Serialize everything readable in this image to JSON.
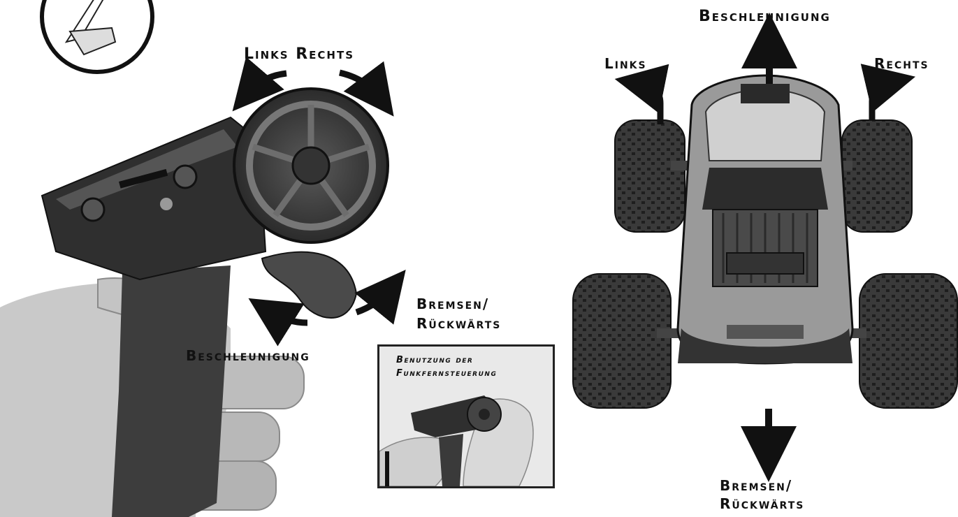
{
  "remote": {
    "steering_label": "Links Rechts",
    "brake_label_line1": "Bremsen/",
    "brake_label_line2": "Rückwärts",
    "accel_label": "Beschleunigung"
  },
  "inset": {
    "title_line1": "Benutzung der",
    "title_line2": "Funkfernsteuerung"
  },
  "truck": {
    "accel_label": "Beschleunigung",
    "left_label": "Links",
    "right_label": "Rechts",
    "brake_label_line1": "Bremsen/",
    "brake_label_line2": "Rückwärts"
  }
}
